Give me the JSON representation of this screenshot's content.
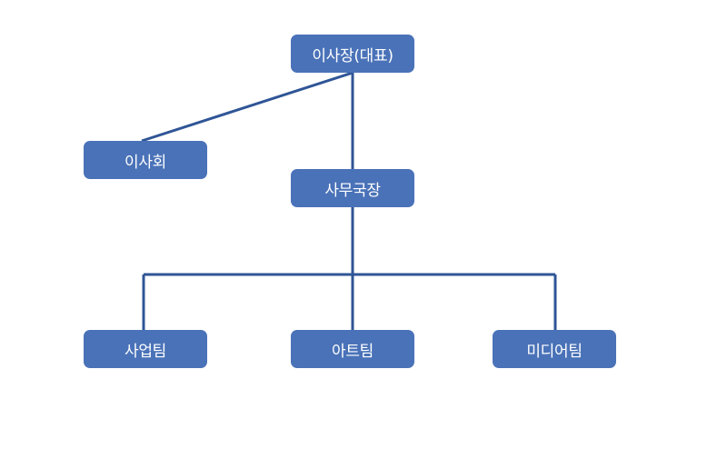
{
  "colors": {
    "node_fill": "#4a72b8",
    "connector": "#2f5596",
    "background": "#ffffff"
  },
  "org": {
    "ceo": {
      "label": "이사장(대표)"
    },
    "board": {
      "label": "이사회"
    },
    "secretary_general": {
      "label": "사무국장"
    },
    "teams": [
      {
        "label": "사업팀"
      },
      {
        "label": "아트팀"
      },
      {
        "label": "미디어팀"
      }
    ]
  }
}
